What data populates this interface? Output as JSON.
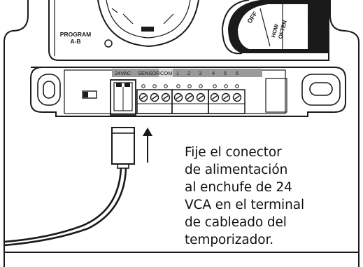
{
  "controller": {
    "program_button_label_line1": "PROGRAM",
    "program_button_label_line2": "A-B",
    "dial_label_off": "OFF",
    "dial_label_how_often_line1": "HOW",
    "dial_label_how_often_line2": "OFTEN"
  },
  "terminal_strip": {
    "labels": [
      "24VAC",
      "SENSOR",
      "COM",
      "1",
      "2",
      "3",
      "4",
      "5",
      "6"
    ]
  },
  "caption": {
    "lines": [
      "Fije el conector",
      "de alimentación",
      "al enchufe de 24",
      "VCA en el terminal",
      "de cableado del",
      "temporizador."
    ]
  },
  "colors": {
    "line": "#1a1a1a",
    "strip_gray": "#9a9a9a",
    "strip_highlight": "#d4d4d4"
  }
}
